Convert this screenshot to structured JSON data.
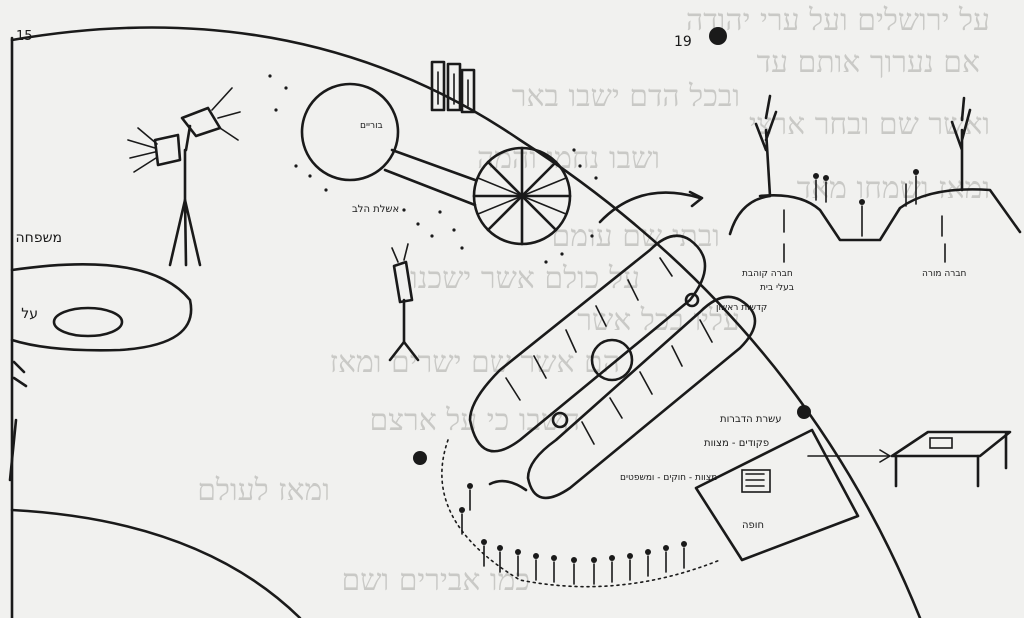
{
  "page_number": "15",
  "page_corner_number": "19",
  "background_text_lines": [
    "על ירושלים ועל ערי יהודה",
    "אם נערוך אותם עד",
    "ובכל הדם ישבו באר",
    "ואשר שם ובחר ארצי",
    "ושבו נחמו והמה",
    "ומאז ושמחו מאד",
    "ובתי שם עומם",
    "על כולם אשר ישכנו",
    "עליו בכל אשר",
    "הם אשר שם ישרים ומאז",
    "חשבו כי על ארצם",
    "ומאז לעולם",
    "כמו אבירים ושם"
  ],
  "labels": {
    "sun_label": "בוריים",
    "wheel_label": "אשלת הלב",
    "left_edge_label_1": "משפחה",
    "left_edge_label_2": "על",
    "hill_label_left": "חברה קוהבת",
    "hill_label_mid": "קדשות ראשון",
    "hill_label_valley": "בעלי בית",
    "hill_label_right": "חברה מורה",
    "tablet_title": "עשרת הדברות",
    "tablet_sub": "פקודים - מצוות",
    "tablet_caption": "חופה",
    "path_label": "מצוות - חוקים - ומשפטים"
  },
  "colors": {
    "ink": "#1a1a1a",
    "paper": "#f1f1ef",
    "faded_text": "#c9c9c6"
  }
}
